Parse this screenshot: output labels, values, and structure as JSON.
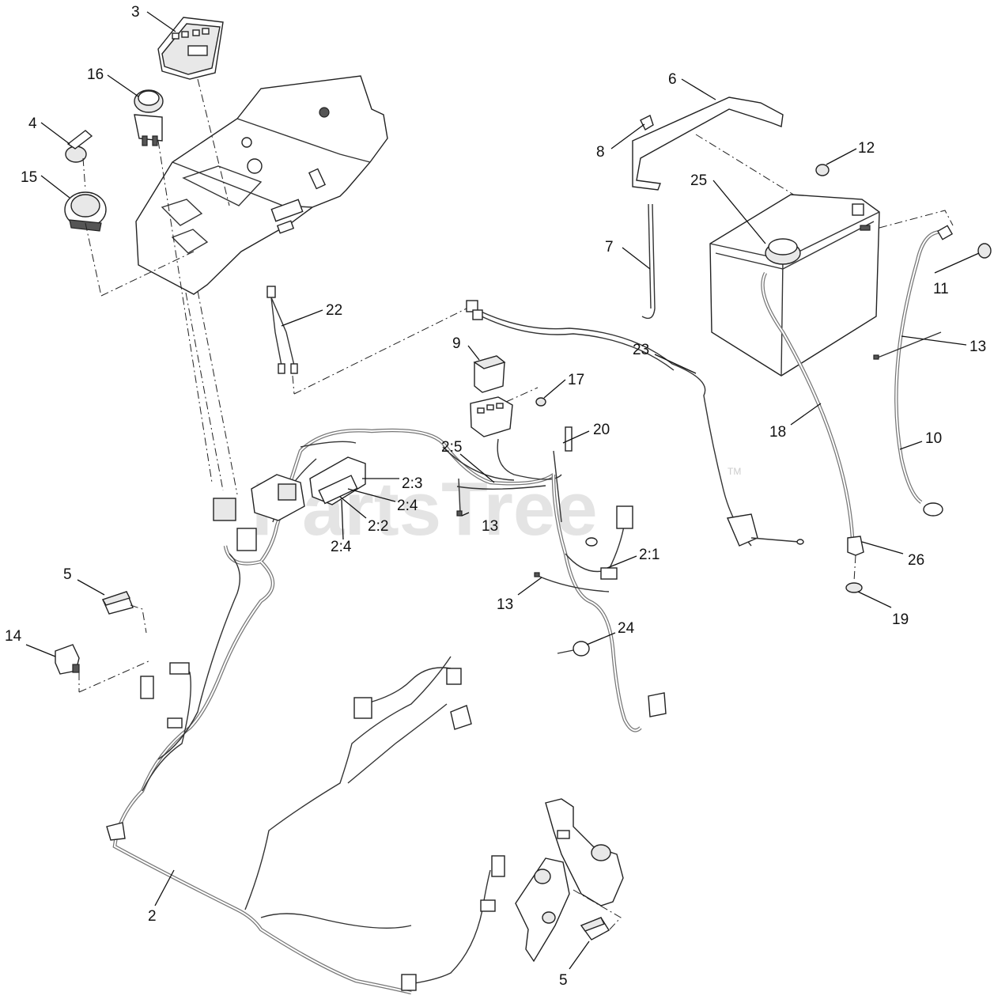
{
  "watermark": {
    "text": "PartsTree",
    "mark": "TM"
  },
  "callouts": [
    {
      "id": "c3",
      "text": "3"
    },
    {
      "id": "c16",
      "text": "16"
    },
    {
      "id": "c4",
      "text": "4"
    },
    {
      "id": "c15",
      "text": "15"
    },
    {
      "id": "c22",
      "text": "22"
    },
    {
      "id": "c6",
      "text": "6"
    },
    {
      "id": "c8",
      "text": "8"
    },
    {
      "id": "c12",
      "text": "12"
    },
    {
      "id": "c25",
      "text": "25"
    },
    {
      "id": "c7",
      "text": "7"
    },
    {
      "id": "c11",
      "text": "11"
    },
    {
      "id": "c13a",
      "text": "13"
    },
    {
      "id": "c9",
      "text": "9"
    },
    {
      "id": "c17",
      "text": "17"
    },
    {
      "id": "c23",
      "text": "23"
    },
    {
      "id": "c18",
      "text": "18"
    },
    {
      "id": "c10",
      "text": "10"
    },
    {
      "id": "c20",
      "text": "20"
    },
    {
      "id": "c2_5",
      "text": "2:5"
    },
    {
      "id": "c2_3",
      "text": "2:3"
    },
    {
      "id": "c2_4a",
      "text": "2:4"
    },
    {
      "id": "c13b",
      "text": "13"
    },
    {
      "id": "c2_2",
      "text": "2:2"
    },
    {
      "id": "c2_4b",
      "text": "2:4"
    },
    {
      "id": "c26",
      "text": "26"
    },
    {
      "id": "c2_1",
      "text": "2:1"
    },
    {
      "id": "c5a",
      "text": "5"
    },
    {
      "id": "c13c",
      "text": "13"
    },
    {
      "id": "c19",
      "text": "19"
    },
    {
      "id": "c14",
      "text": "14"
    },
    {
      "id": "c24",
      "text": "24"
    },
    {
      "id": "c2",
      "text": "2"
    },
    {
      "id": "c5b",
      "text": "5"
    }
  ]
}
